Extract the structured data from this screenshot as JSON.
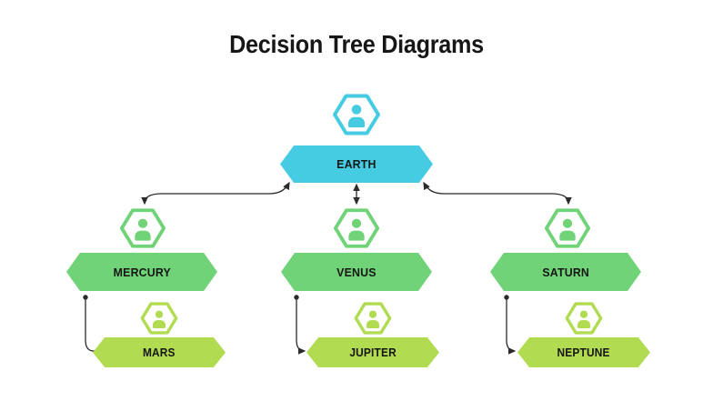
{
  "title": "Decision Tree Diagrams",
  "colors": {
    "cyan": "#45CBE2",
    "green": "#70D377",
    "lime": "#B1DB51",
    "ink": "#161616",
    "connector": "#2b2b2b",
    "bg": "#ffffff"
  },
  "icons": {
    "node_icon": "person-in-hexagon"
  },
  "tree": {
    "root": {
      "label": "EARTH",
      "accent": "cyan"
    },
    "children": [
      {
        "label": "MERCURY",
        "accent": "green",
        "child": {
          "label": "MARS",
          "accent": "lime"
        }
      },
      {
        "label": "VENUS",
        "accent": "green",
        "child": {
          "label": "JUPITER",
          "accent": "lime"
        }
      },
      {
        "label": "SATURN",
        "accent": "green",
        "child": {
          "label": "NEPTUNE",
          "accent": "lime"
        }
      }
    ]
  }
}
